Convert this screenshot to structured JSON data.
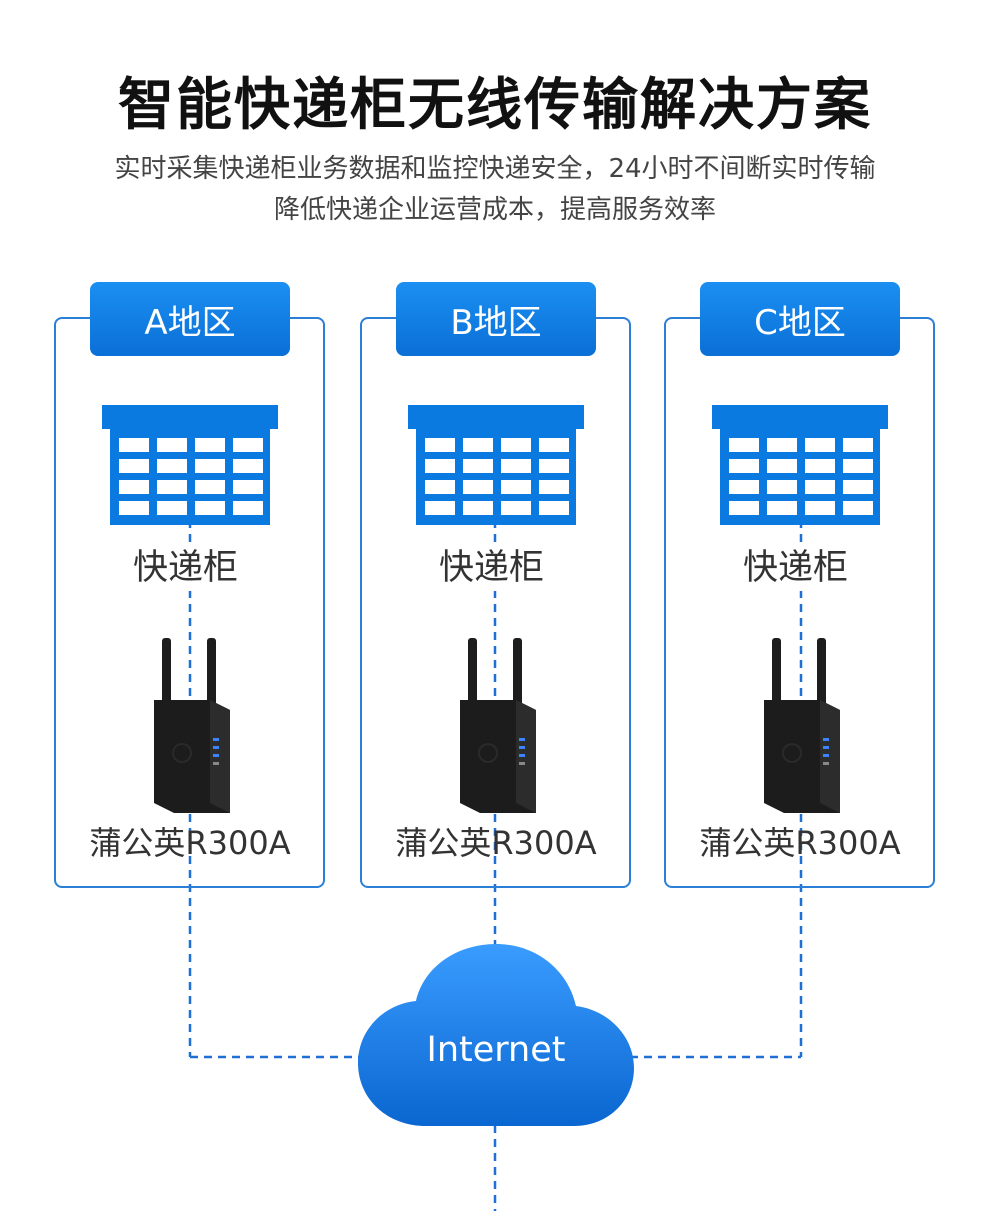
{
  "title": "智能快递柜无线传输解决方案",
  "subtitle": {
    "line1": "实时采集快递柜业务数据和监控快递安全，24小时不间断实时传输",
    "line2": "降低快递企业运营成本，提高服务效率"
  },
  "regions": [
    {
      "label": "A地区",
      "cabinet_label": "快递柜",
      "router_label": "蒲公英R300A"
    },
    {
      "label": "B地区",
      "cabinet_label": "快递柜",
      "router_label": "蒲公英R300A"
    },
    {
      "label": "C地区",
      "cabinet_label": "快递柜",
      "router_label": "蒲公英R300A"
    }
  ],
  "cloud": {
    "label": "Internet"
  },
  "colors": {
    "accent": "#0a6fd6",
    "cabinet": "#0b7ae0",
    "line": "#1f6fd6"
  }
}
